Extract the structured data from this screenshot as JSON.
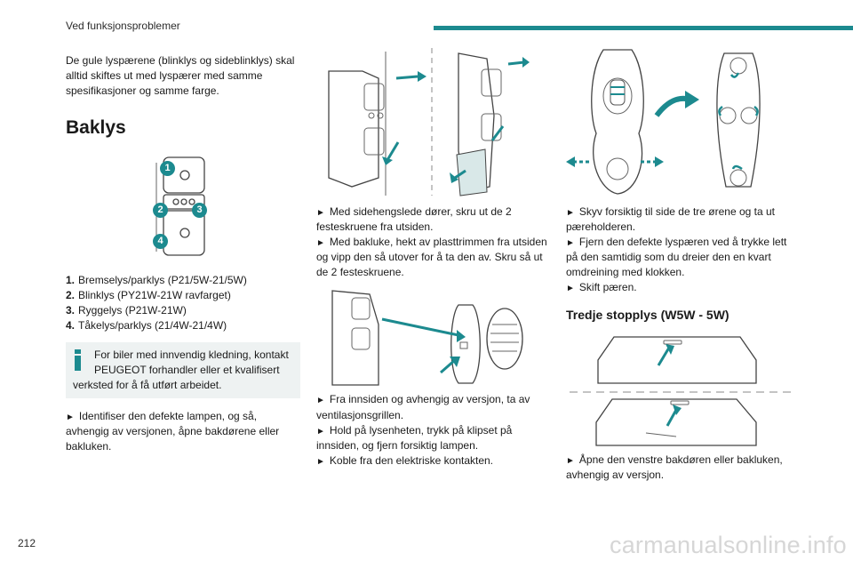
{
  "header": {
    "section_title": "Ved funksjonsproblemer",
    "accent": "#1c8a8f"
  },
  "page_number": "212",
  "watermark": "carmanualsonline.info",
  "col1": {
    "intro": "De gule lyspærene (blinklys og sideblinklys) skal alltid skiftes ut med lyspærer med samme spesifikasjoner og samme farge.",
    "heading": "Baklys",
    "callouts": [
      "1",
      "2",
      "3",
      "4"
    ],
    "bulbs": [
      {
        "num": "1.",
        "text": "Bremselys/parklys (P21/5W-21/5W)"
      },
      {
        "num": "2.",
        "text": "Blinklys (PY21W-21W ravfarget)"
      },
      {
        "num": "3.",
        "text": "Ryggelys (P21W-21W)"
      },
      {
        "num": "4.",
        "text": "Tåkelys/parklys (21/4W-21/4W)"
      }
    ],
    "info_line1": "For biler med innvendig kledning, kontakt",
    "info_line2": "PEUGEOT forhandler eller et kvalifisert",
    "info_line3": "verksted for å få utført arbeidet.",
    "step1": "Identifiser den defekte lampen, og så, avhengig av versjonen, åpne bakdørene eller bakluken."
  },
  "col2": {
    "step1": "Med sidehengslede dører, skru ut de 2 festeskruene fra utsiden.",
    "step2": "Med bakluke, hekt av plasttrimmen fra utsiden og vipp den så utover for å ta den av. Skru så ut de 2 festeskruene.",
    "step3": "Fra innsiden og avhengig av versjon, ta av ventilasjonsgrillen.",
    "step4": "Hold på lysenheten, trykk på klipset på innsiden, og fjern forsiktig lampen.",
    "step5": "Koble fra den elektriske kontakten."
  },
  "col3": {
    "step1": "Skyv forsiktig til side de tre ørene og ta ut pæreholderen.",
    "step2": "Fjern den defekte lyspæren ved å trykke lett på den samtidig som du dreier den en kvart omdreining med klokken.",
    "step3": "Skift pæren.",
    "heading": "Tredje stopplys (W5W - 5W)",
    "step4": "Åpne den venstre bakdøren eller bakluken, avhengig av versjon."
  }
}
